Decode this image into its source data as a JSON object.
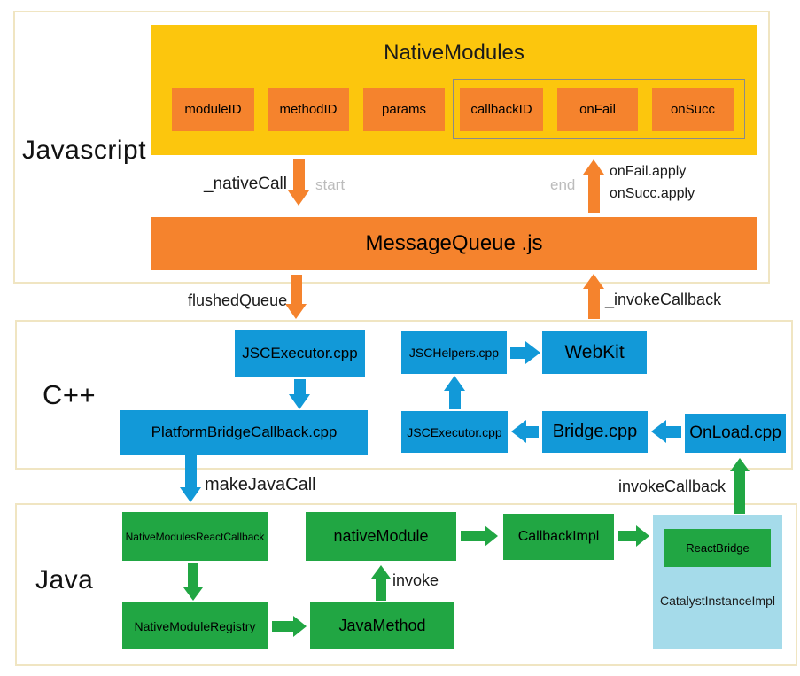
{
  "sections": {
    "javascript_label": "Javascript",
    "cpp_label": "C++",
    "java_label": "Java"
  },
  "colors": {
    "yellow": "#fcc60d",
    "orange": "#f5832d",
    "blue": "#1299d8",
    "green": "#21a643",
    "light_blue": "#a5dbea",
    "section_border": "#f0e5c2",
    "gray_label": "#bcbcbc"
  },
  "javascript": {
    "native_modules": {
      "title": "NativeModules",
      "fields": [
        "moduleID",
        "methodID",
        "params"
      ],
      "callback_group": [
        "callbackID",
        "onFail",
        "onSucc"
      ]
    },
    "message_queue": "MessageQueue .js",
    "labels": {
      "native_call": "_nativeCall",
      "start": "start",
      "end": "end",
      "on_fail_apply": "onFail.apply",
      "on_succ_apply": "onSucc.apply"
    }
  },
  "cpp": {
    "nodes": {
      "jsc_executor_top": "JSCExecutor.cpp",
      "platform_bridge_callback": "PlatformBridgeCallback.cpp",
      "jsc_helpers": "JSCHelpers.cpp",
      "webkit": "WebKit",
      "jsc_executor_bottom": "JSCExecutor.cpp",
      "bridge": "Bridge.cpp",
      "onload": "OnLoad.cpp"
    },
    "labels": {
      "flushed_queue": "flushedQueue",
      "invoke_callback_js": "_invokeCallback",
      "make_java_call": "makeJavaCall",
      "invoke_callback_java": "invokeCallback"
    }
  },
  "java": {
    "nodes": {
      "native_modules_react_callback": "NativeModulesReactCallback",
      "native_module_registry": "NativeModuleRegistry",
      "java_method": "JavaMethod",
      "native_module": "nativeModule",
      "callback_impl": "CallbackImpl",
      "react_bridge": "ReactBridge",
      "catalyst_instance_impl": "CatalystInstanceImpl"
    },
    "labels": {
      "invoke": "invoke"
    }
  }
}
